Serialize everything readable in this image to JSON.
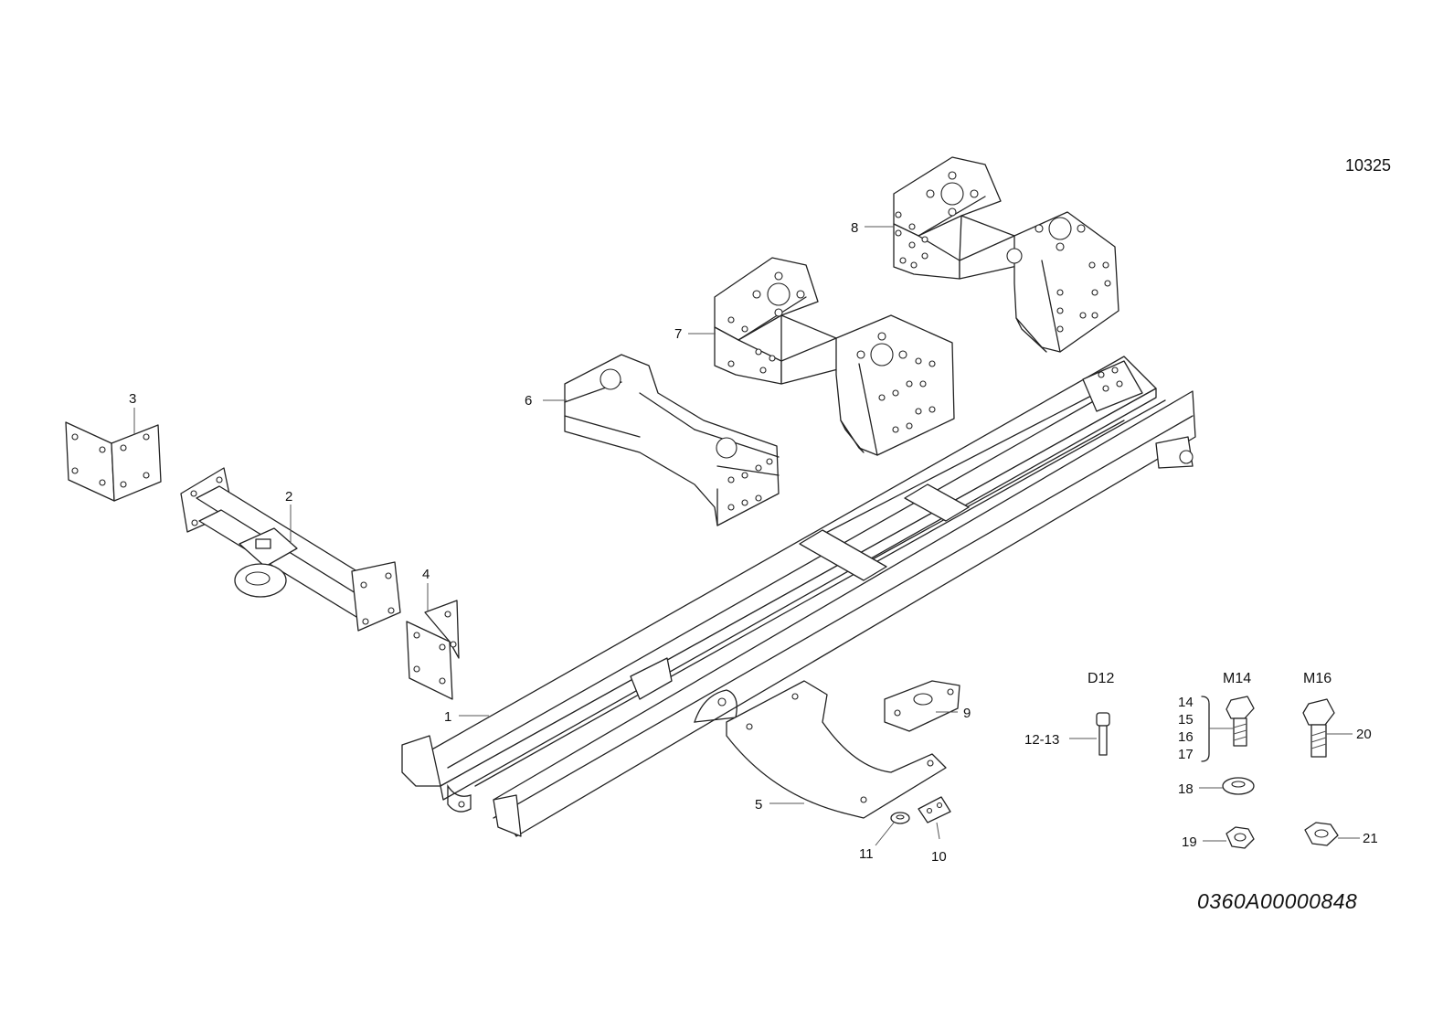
{
  "doc_number": "10325",
  "part_code": "0360A00000848",
  "callouts": {
    "c1": "1",
    "c2": "2",
    "c3": "3",
    "c4": "4",
    "c5": "5",
    "c6": "6",
    "c7": "7",
    "c8": "8",
    "c9": "9",
    "c10": "10",
    "c11": "11",
    "c12_13": "12-13",
    "c14": "14",
    "c15": "15",
    "c16": "16",
    "c17": "17",
    "c18": "18",
    "c19": "19",
    "c20": "20",
    "c21": "21"
  },
  "size_headers": {
    "d12": "D12",
    "m14": "M14",
    "m16": "M16"
  }
}
